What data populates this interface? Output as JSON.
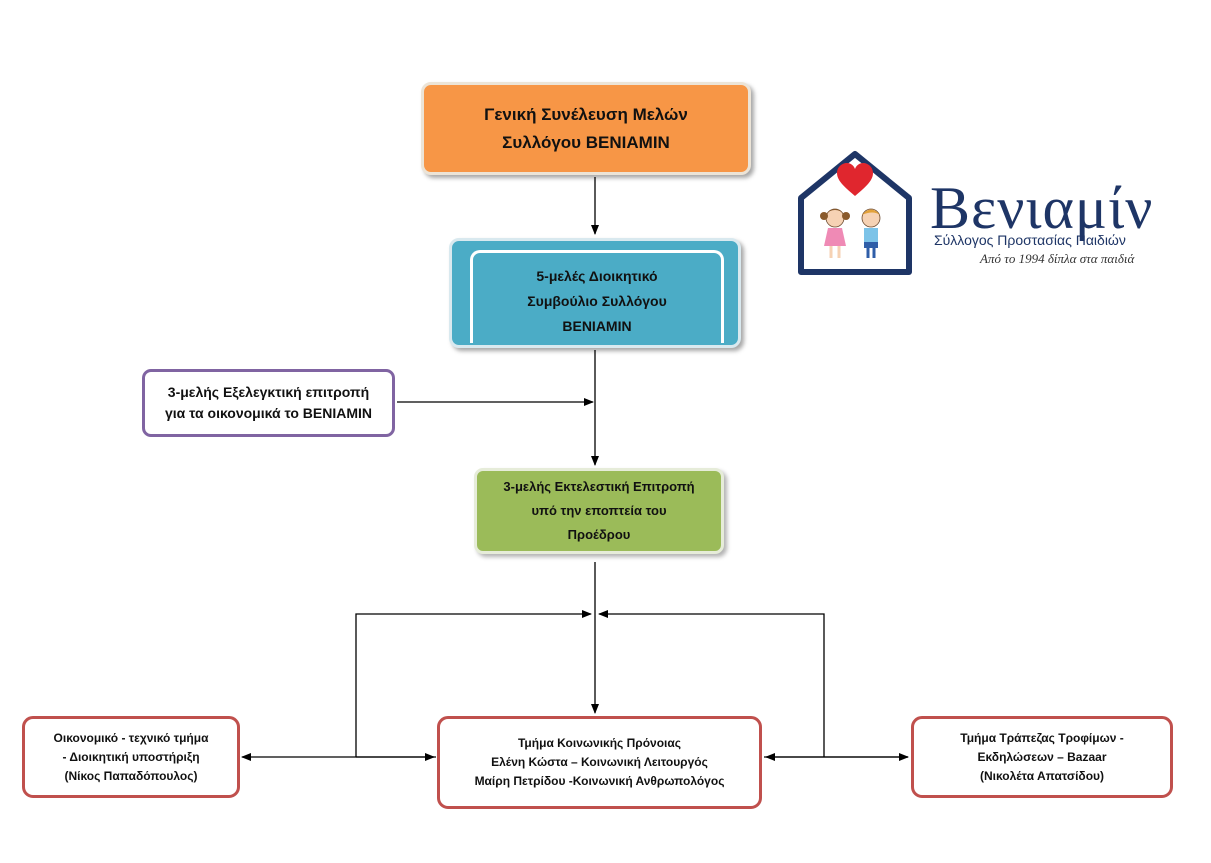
{
  "general_assembly": [
    "Γενική Συνέλευση Μελών",
    "Συλλόγου BENIAMIN"
  ],
  "board": [
    "5-μελές Διοικητικό",
    "Συμβούλιο Συλλόγου",
    "BENIAMIN"
  ],
  "audit_committee": [
    "3-μελής Εξελεγκτική επιτροπή",
    "για τα οικονομικά το BENIAMIN"
  ],
  "executive_committee": [
    "3-μελής Εκτελεστική Επιτροπή",
    "υπό την εποπτεία του",
    "Προέδρου"
  ],
  "departments": {
    "finance": [
      "Οικονομικό - τεχνικό τμήμα",
      "- Διοικητική υποστήριξη",
      "(Νίκος Παπαδόπουλος)"
    ],
    "social": [
      "Τμήμα Κοινωνικής Πρόνοιας",
      "Ελένη Κώστα – Κοινωνική Λειτουργός",
      "Μαίρη Πετρίδου -Κοινωνική Ανθρωπολόγος"
    ],
    "food_bank": [
      "Τμήμα Τράπεζας Τροφίμων -",
      "Εκδηλώσεων – Bazaar",
      "(Νικολέτα Απατσίδου)"
    ]
  },
  "logo": {
    "name": "Βενιαμίν",
    "subtitle": "Σύλλογος Προστασίας Παιδιών",
    "tagline": "Από το 1994 δίπλα στα παιδιά",
    "colors": {
      "navy": "#1e3566",
      "heart": "#e0262e"
    }
  },
  "colors": {
    "orange": "#f79646",
    "blue": "#4bacc6",
    "purple": "#8064a2",
    "green": "#9bbb59",
    "red": "#c0504d"
  }
}
